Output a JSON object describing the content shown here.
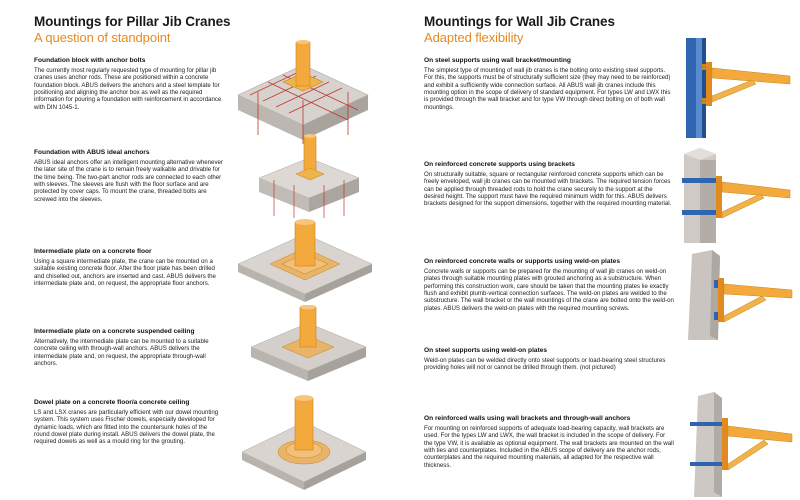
{
  "left": {
    "title": "Mountings for Pillar Jib Cranes",
    "subtitle": "A question of standpoint",
    "sections": [
      {
        "heading": "Foundation block with anchor bolts",
        "body": "The currently most regularly requested type of mounting for pillar jib cranes uses anchor rods. These are positioned within a concrete foundation block. ABUS delivers the anchors and a steel template for positioning and aligning the anchor box as well as the required information for pouring a foundation with reinforcement in accordance with DIN 1045-1."
      },
      {
        "heading": "Foundation with ABUS ideal anchors",
        "body": "ABUS ideal anchors offer an intelligent mounting alternative whenever the later site of the crane is to remain freely walkable and drivable for the time being. The two-part anchor rods are connected to each other with sleeves. The sleeves are flush with the floor surface and are protected by cover caps. To mount the crane, threaded bolts are screwed into the sleeves."
      },
      {
        "heading": "Intermediate plate on a concrete floor",
        "body": "Using a square intermediate plate, the crane can be mounted on a suitable existing concrete floor. After the floor plate has been drilled and chiselled out, anchors are inserted and cast. ABUS delivers the intermediate plate and, on request, the appropriate floor anchors."
      },
      {
        "heading": "Intermediate plate on a concrete suspended ceiling",
        "body": "Alternatively, the intermediate plate can be mounted to a suitable concrete ceiling with through-wall anchors. ABUS delivers the intermediate plate and, on request, the appropriate through-wall anchors."
      },
      {
        "heading": "Dowel plate on a concrete floor/a concrete ceiling",
        "body": "LS and LSX cranes are particularly efficient with our dowel mounting system. This system uses Fischer dowels, especially developed for dynamic loads, which are fitted into the countersunk holes of the round dowel plate during install. ABUS delivers the dowel plate, the required dowels as well as a mould ring for the grouting."
      }
    ]
  },
  "right": {
    "title": "Mountings for Wall Jib Cranes",
    "subtitle": "Adapted flexibility",
    "sections": [
      {
        "heading": "On steel supports using wall bracket/mounting",
        "body": "The simplest type of mounting of wall jib cranes is the bolting onto existing steel supports. For this, the supports must be of structurally sufficient size (they may need to be reinforced) and exhibit a sufficiently wide connection surface. All ABUS wall jib cranes include this mounting option in the scope of delivery of standard equipment. For types LW and LWX this is provided through the wall bracket and for type VW through direct bolting on of both wall mountings."
      },
      {
        "heading": "On reinforced concrete supports using brackets",
        "body": "On structurally suitable, square or rectangular reinforced concrete supports which can be freely enveloped, wall jib cranes can be mounted with brackets. The required tension forces can be applied through threaded rods to hold the crane securely to the support at the desired height. The support must have the required minimum width for this. ABUS delivers brackets designed for the support dimensions, together with the required mounting material."
      },
      {
        "heading": "On reinforced concrete walls or supports using weld-on plates",
        "body": "Concrete walls or supports can be prepared for the mounting of wall jib cranes on weld-on plates through suitable mounting plates with grouted anchoring as a substructure. When performing this construction work, care should be taken that the mounting plates lie exactly flush and exhibit plumb-vertical connection surfaces. The weld-on plates are welded to the substructure. The wall bracket or the wall mountings of the crane are bolted onto the weld-on plates. ABUS delivers the weld-on plates with the required mounting screws."
      },
      {
        "heading": "On steel supports using weld-on plates",
        "body": "Weld-on plates can be welded directly onto steel supports or load-bearing steel structures providing holes will not or cannot be drilled through them. (not pictured)"
      },
      {
        "heading": "On reinforced walls using wall brackets and through-wall anchors",
        "body": "For mounting on reinforced supports of adequate load-bearing capacity, wall brackets are used. For the types LW and LWX, the wall bracket is included in the scope of delivery. For the type VW, it is available as optional equipment. The wall brackets are mounted on the wall with ties and counterplates. Included in the ABUS scope of delivery are the anchor rods, counterplates and the required mounting materials, all adapted for the respective wall thickness."
      }
    ]
  },
  "colors": {
    "accent": "#e68a1e",
    "steel_blue": "#2f64b0",
    "concrete": "#c9c4c0",
    "rebar": "#c0392b"
  }
}
